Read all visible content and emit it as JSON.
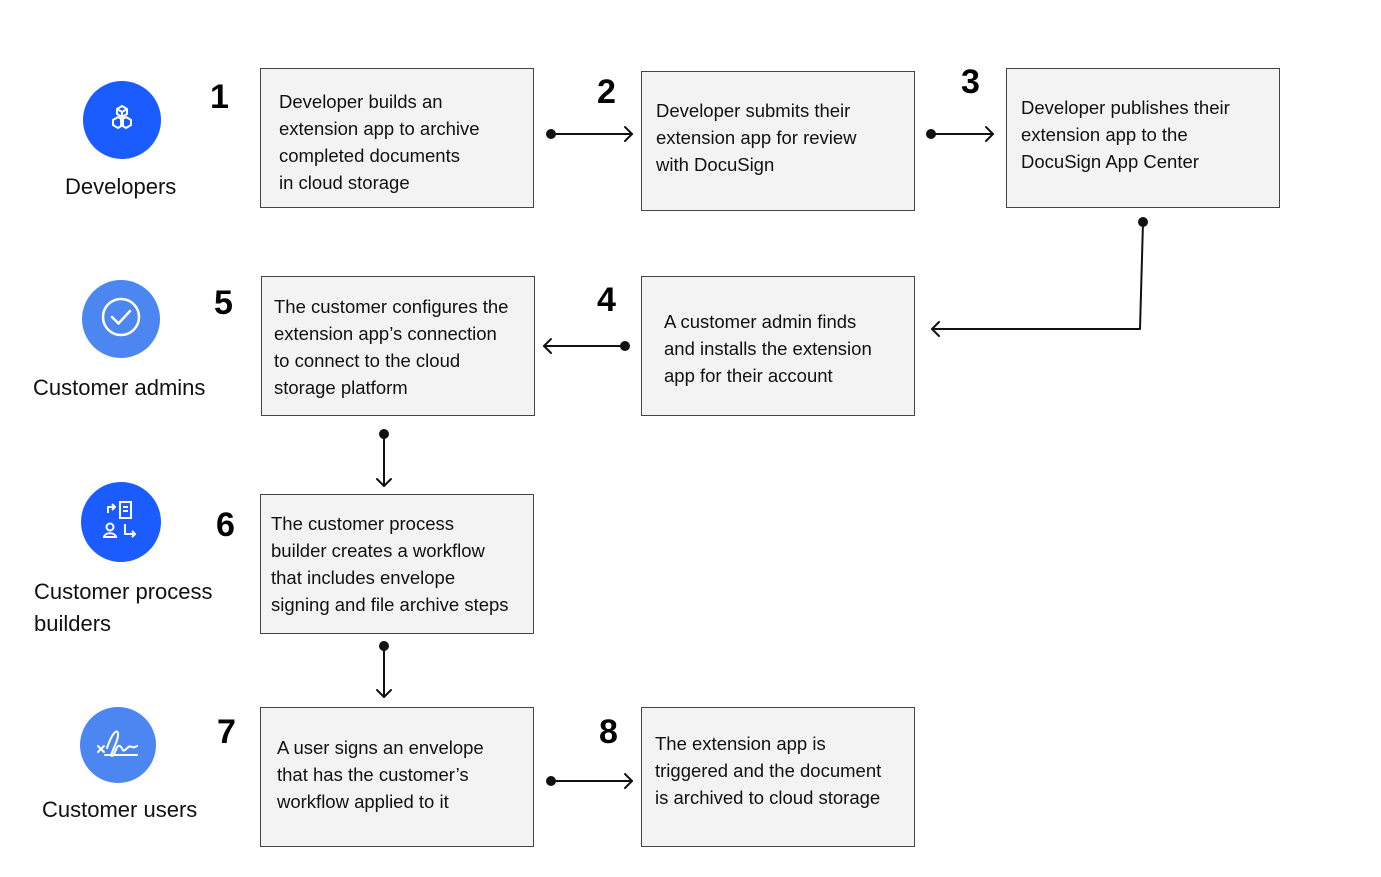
{
  "colors": {
    "primary_blue": "#1a5cff",
    "light_blue": "#4c86f0",
    "box_fill": "#f3f3f3",
    "box_border": "#444444",
    "arrow": "#111111"
  },
  "roles": [
    {
      "id": "developers",
      "label": "Developers",
      "icon": "cube-stack-icon"
    },
    {
      "id": "customer-admins",
      "label": "Customer admins",
      "icon": "check-circle-icon"
    },
    {
      "id": "customer-process-builders",
      "label": "Customer process\nbuilders",
      "icon": "workflow-icon"
    },
    {
      "id": "customer-users",
      "label": "Customer users",
      "icon": "signature-icon"
    }
  ],
  "steps": [
    {
      "number": "1",
      "text": "Developer builds an\nextension app to archive\ncompleted documents\nin cloud storage"
    },
    {
      "number": "2",
      "text": "Developer submits their\nextension app for review\nwith DocuSign"
    },
    {
      "number": "3",
      "text": "Developer publishes their\nextension app to the\nDocuSign App Center"
    },
    {
      "number": "4",
      "text": "A customer admin finds\nand installs the extension\napp for their account"
    },
    {
      "number": "5",
      "text": "The customer configures the\n extension app’s connection\n to connect to the cloud\nstorage platform"
    },
    {
      "number": "6",
      "text": "The customer process\nbuilder creates a workflow\nthat includes envelope\nsigning and file archive steps"
    },
    {
      "number": "7",
      "text": "A user signs an envelope\nthat has the customer’s\nworkflow applied to it"
    },
    {
      "number": "8",
      "text": "The extension app is\ntriggered and the document\nis archived to cloud storage"
    }
  ]
}
